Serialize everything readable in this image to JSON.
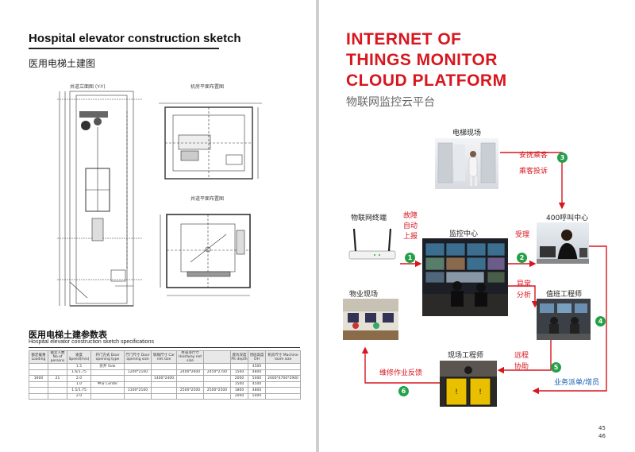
{
  "left": {
    "title": "Hospital elevator construction sketch",
    "subtitle": "医用电梯土建图",
    "sketch_labels": {
      "shaft_section": "井道立面图 (Y-Y)",
      "machine_room_plan": "机房平面布置图",
      "shaft_plan": "井道平面布置图"
    },
    "spec_title": "医用电梯土建参数表",
    "spec_subtitle": "Hospital elevator construction sketch specifications",
    "table": {
      "headers": [
        "额定载重 Loading",
        "额定人数 No.of persons",
        "速度 Speed(m/s)",
        "开门方式 Door opening type",
        "厅门尺寸 Door opening size",
        "轿厢尺寸 Car net size",
        "井道净尺寸 Hoistway net size",
        "",
        "底坑深度 Pit depth",
        "顶层高度 OH",
        "机房尺寸 Machine room size"
      ],
      "rows": [
        [
          "",
          "",
          "1.5",
          "旁开 Side",
          "",
          "",
          "",
          "",
          "",
          "4500",
          ""
        ],
        [
          "",
          "",
          "1.6/1.75",
          "",
          "1200*2100",
          "",
          "2400*2600",
          "2450*2700",
          "1500",
          "4800",
          ""
        ],
        [
          "1600",
          "21",
          "2.0",
          "",
          "",
          "1400*2400",
          "",
          "",
          "2000",
          "5000",
          "2400*4700*2900"
        ],
        [
          "",
          "",
          "1.0",
          "中分 Center",
          "",
          "",
          "",
          "",
          "1500",
          "4500",
          ""
        ],
        [
          "",
          "",
          "1.5/1.75",
          "",
          "1100*2100",
          "",
          "2500*2500",
          "2500*2500",
          "1800",
          "4800",
          ""
        ],
        [
          "",
          "",
          "2.0",
          "",
          "",
          "",
          "",
          "",
          "2000",
          "5000",
          ""
        ]
      ]
    }
  },
  "right": {
    "title_line1": "INTERNET OF",
    "title_line2": "THINGS MONITOR",
    "title_line3": "CLOUD PLATFORM",
    "subtitle": "物联网监控云平台",
    "nodes": {
      "elevator_site": "电梯现场",
      "iot_terminal": "物联网终端",
      "monitor_center": "监控中心",
      "call_center": "400呼叫中心",
      "property_site": "物业现场",
      "duty_engineer": "值班工程师",
      "field_engineer": "现场工程师"
    },
    "labels": {
      "fault": "故障",
      "auto": "自动",
      "report": "上报",
      "comfort": "安抚乘客",
      "complaint": "乘客投诉",
      "accept": "受理",
      "abnormal": "异常",
      "analysis": "分析",
      "remote": "远程",
      "assist": "协助",
      "dispatch": "业务派单/增员",
      "maintenance_feedback": "维修作业反馈"
    },
    "steps": [
      "1",
      "2",
      "3",
      "4",
      "5",
      "6"
    ],
    "page_numbers": {
      "left": "45",
      "right": "46"
    }
  },
  "colors": {
    "accent_red": "#d7161e",
    "step_green": "#24a148",
    "flow_blue": "#1a5fb4"
  }
}
